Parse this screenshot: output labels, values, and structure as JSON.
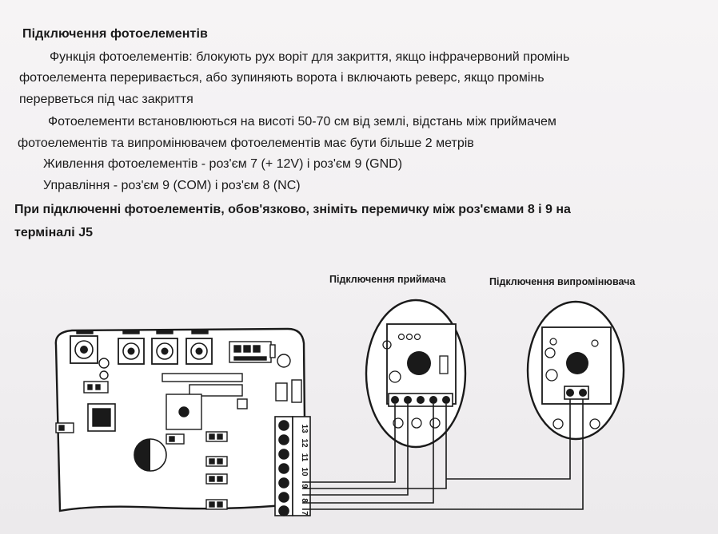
{
  "document": {
    "heading": "Підключення фотоелементів",
    "paragraph1_line1": "Функція фотоелементів: блокують рух воріт для закриття, якщо інфрачервоний промінь",
    "paragraph1_line2": "фотоелемента переривається, або зупиняють ворота і включають реверс,  якщо промінь",
    "paragraph1_line3": "перерветься під час закриття",
    "paragraph2_line1": "Фотоелементи встановлюються на висоті 50-70 см від землі, відстань між приймачем",
    "paragraph2_line2": "фотоелементів та випромінювачем фотоелементів має бути більше 2 метрів",
    "power_line": "Живлення фотоелементів - роз'єм 7 (+ 12V) і роз'єм 9 (GND)",
    "control_line": "Управління - роз'єм 9 (COM) і роз'єм 8 (NC)",
    "warning_line1": "При підключенні фотоелементів, обов'язково, зніміть перемичку між роз'ємами 8 і 9 на",
    "warning_line2": "терміналі J5"
  },
  "diagram": {
    "receiver_label": "Підключення приймача",
    "transmitter_label": "Підключення випромінювача",
    "terminal_numbers": [
      "13",
      "12",
      "11",
      "10",
      "9",
      "8",
      "7"
    ]
  },
  "colors": {
    "ink": "#1a1a1a",
    "paper": "#f4f2f3",
    "board_fill": "#ffffff"
  }
}
